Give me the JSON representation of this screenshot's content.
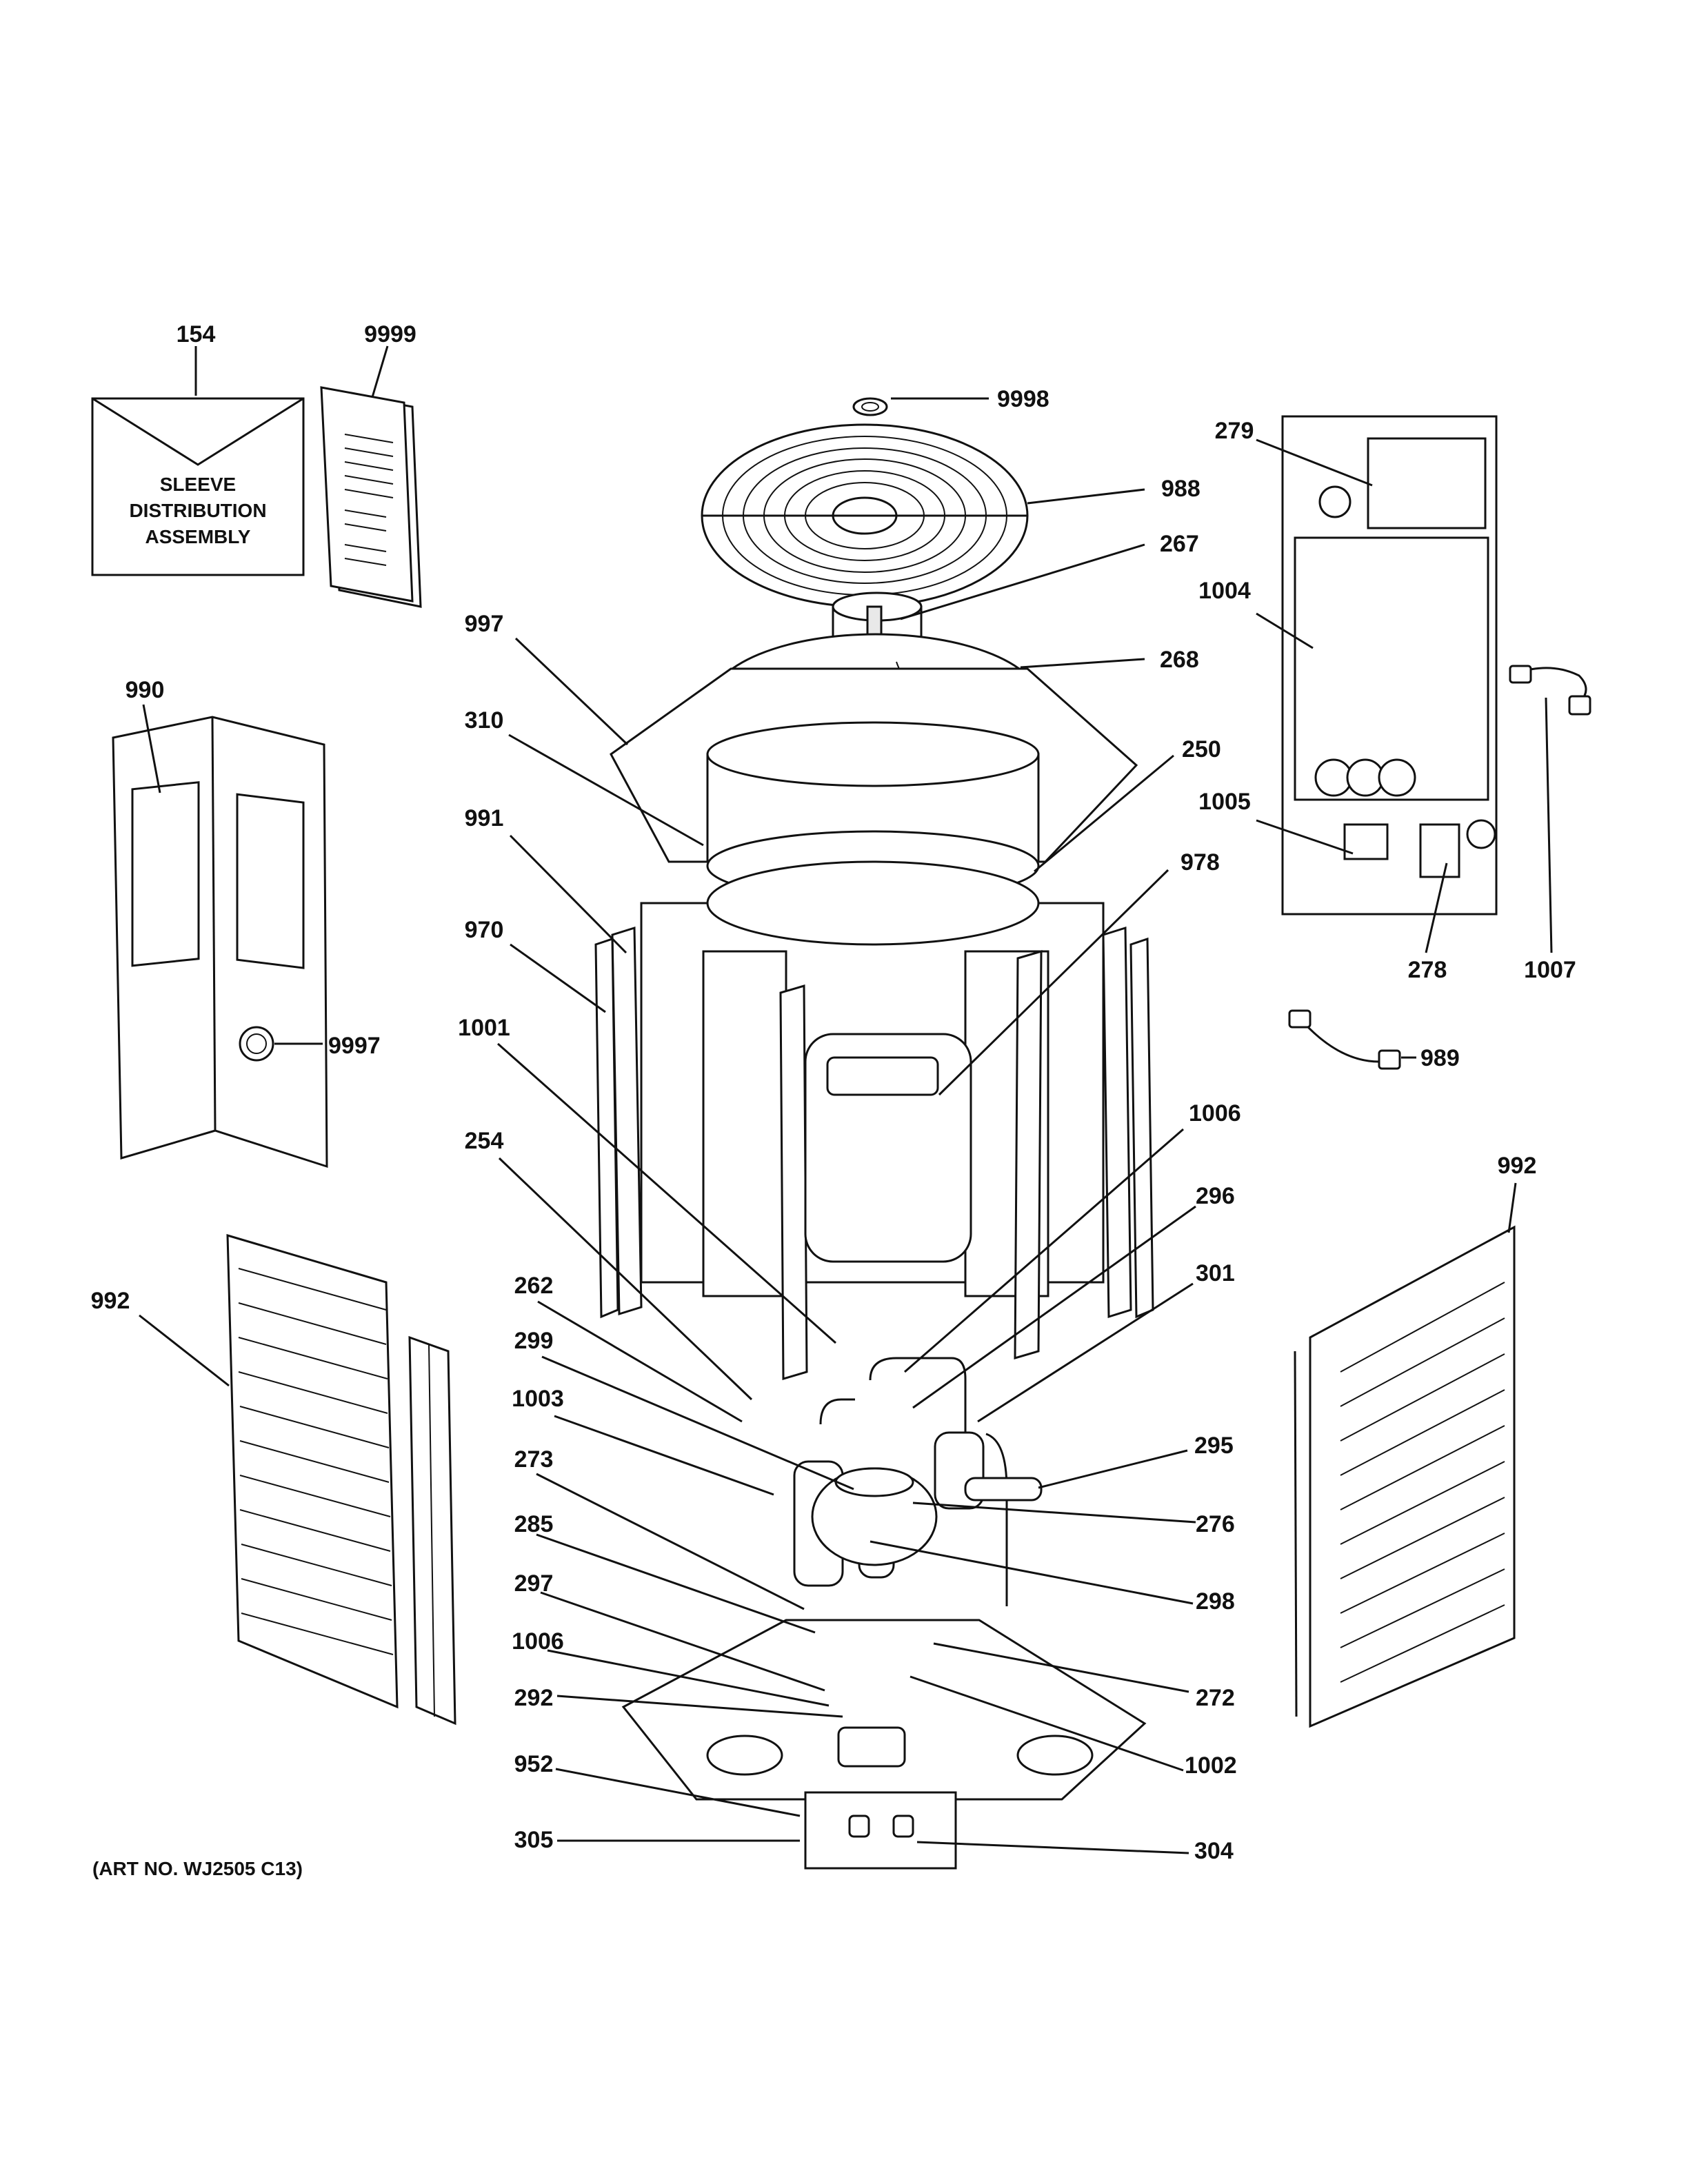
{
  "envelope": {
    "line1": "SLEEVE",
    "line2": "DISTRIBUTION",
    "line3": "ASSEMBLY"
  },
  "caption": "(ART NO. WJ2505 C13)",
  "callouts": [
    {
      "id": "154",
      "text": "154"
    },
    {
      "id": "9999",
      "text": "9999"
    },
    {
      "id": "9998",
      "text": "9998"
    },
    {
      "id": "988",
      "text": "988"
    },
    {
      "id": "267",
      "text": "267"
    },
    {
      "id": "268",
      "text": "268"
    },
    {
      "id": "997",
      "text": "997"
    },
    {
      "id": "310",
      "text": "310"
    },
    {
      "id": "250",
      "text": "250"
    },
    {
      "id": "991",
      "text": "991"
    },
    {
      "id": "978",
      "text": "978"
    },
    {
      "id": "970",
      "text": "970"
    },
    {
      "id": "1001",
      "text": "1001"
    },
    {
      "id": "254",
      "text": "254"
    },
    {
      "id": "1006a",
      "text": "1006"
    },
    {
      "id": "296",
      "text": "296"
    },
    {
      "id": "301",
      "text": "301"
    },
    {
      "id": "262",
      "text": "262"
    },
    {
      "id": "299",
      "text": "299"
    },
    {
      "id": "1003",
      "text": "1003"
    },
    {
      "id": "295",
      "text": "295"
    },
    {
      "id": "273",
      "text": "273"
    },
    {
      "id": "276",
      "text": "276"
    },
    {
      "id": "285",
      "text": "285"
    },
    {
      "id": "298",
      "text": "298"
    },
    {
      "id": "297",
      "text": "297"
    },
    {
      "id": "1006b",
      "text": "1006"
    },
    {
      "id": "272",
      "text": "272"
    },
    {
      "id": "292",
      "text": "292"
    },
    {
      "id": "1002",
      "text": "1002"
    },
    {
      "id": "952",
      "text": "952"
    },
    {
      "id": "305",
      "text": "305"
    },
    {
      "id": "304",
      "text": "304"
    },
    {
      "id": "990",
      "text": "990"
    },
    {
      "id": "9997",
      "text": "9997"
    },
    {
      "id": "992a",
      "text": "992"
    },
    {
      "id": "992b",
      "text": "992"
    },
    {
      "id": "279",
      "text": "279"
    },
    {
      "id": "1004",
      "text": "1004"
    },
    {
      "id": "1005",
      "text": "1005"
    },
    {
      "id": "278",
      "text": "278"
    },
    {
      "id": "1007",
      "text": "1007"
    },
    {
      "id": "989",
      "text": "989"
    }
  ]
}
